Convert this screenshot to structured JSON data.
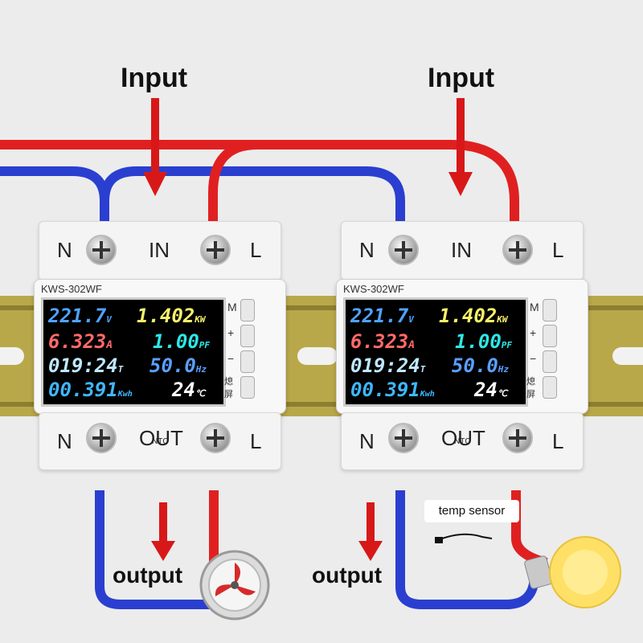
{
  "labels": {
    "input_left": "Input",
    "input_right": "Input",
    "output_left": "output",
    "output_right": "output",
    "temp_sensor": "temp sensor"
  },
  "device": {
    "model": "KWS-302WF",
    "top_n": "N",
    "top_in": "IN",
    "top_l": "L",
    "bottom_n": "N",
    "bottom_out": "OUT",
    "bottom_l": "L",
    "ntc": "NTC",
    "buttons": [
      "M",
      "+",
      "−",
      "熄屏"
    ]
  },
  "lcd": {
    "voltage": "221.7",
    "voltage_unit": "V",
    "power": "1.402",
    "power_unit": "KW",
    "current": "6.323",
    "current_unit": "A",
    "pf": "1.00",
    "pf_unit": "PF",
    "time": "019:24",
    "time_unit": "T",
    "freq": "50.0",
    "freq_unit": "Hz",
    "energy": "00.391",
    "energy_unit": "Kwh",
    "temp": "24",
    "temp_unit": "℃"
  },
  "colors": {
    "live_wire": "#e02020",
    "neutral_wire": "#2a3fd0",
    "arrow": "#d81818",
    "voltage": "#4fa3ff",
    "power": "#f7f26a",
    "current": "#ff6a6a",
    "pf": "#2de8e8",
    "time": "#bfe8ff",
    "freq": "#5aa0ff",
    "energy": "#3fb7ff",
    "temp": "#ffffff"
  }
}
